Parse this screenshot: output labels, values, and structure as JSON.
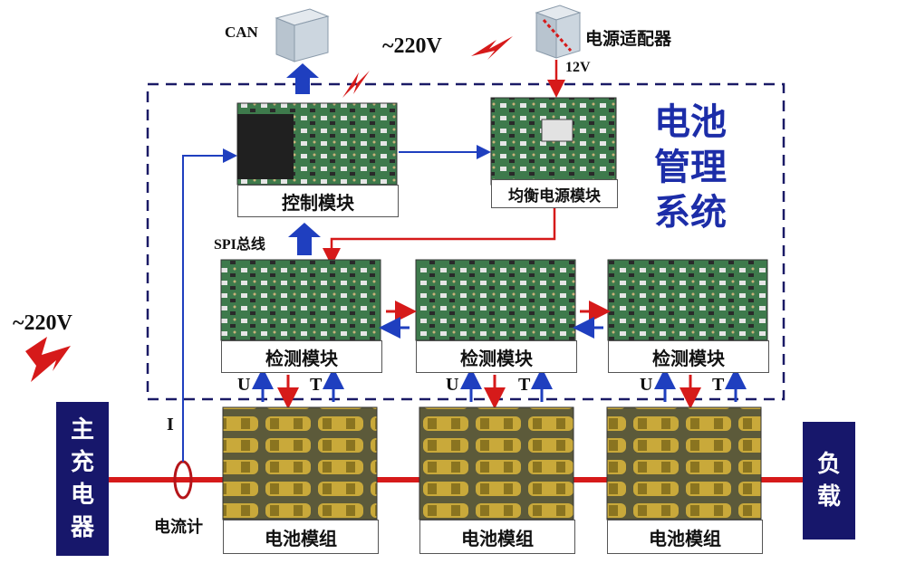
{
  "labels": {
    "can": "CAN",
    "ac_top": "~220V",
    "adapter": "电源适配器",
    "v12": "12V",
    "control_module": "控制模块",
    "balance_module": "均衡电源模块",
    "spi_bus": "SPI总线",
    "bms_title": [
      "电池",
      "管理",
      "系统"
    ],
    "detect_modules": [
      "检测模块",
      "检测模块",
      "检测模块"
    ],
    "u": "U",
    "t": "T",
    "ac_left": "~220V",
    "current_i": "I",
    "ammeter": "电流计",
    "charger": [
      "主",
      "充",
      "电",
      "器"
    ],
    "battery_modules": [
      "电池模组",
      "电池模组",
      "电池模组"
    ],
    "load": [
      "负",
      "载"
    ]
  },
  "colors": {
    "navy_box": "#17176b",
    "bms_text": "#1c2da8",
    "signal_blue": "#1f3fbf",
    "power_red": "#d61a1a",
    "dashed_border": "#1a1a66",
    "pcb_green": "#3e7a4c",
    "battery_yellow": "#c9a93a"
  },
  "icons": {
    "lightning": "lightning-icon",
    "cube": "cube-icon",
    "current_sensor": "current-sensor-ring-icon"
  }
}
